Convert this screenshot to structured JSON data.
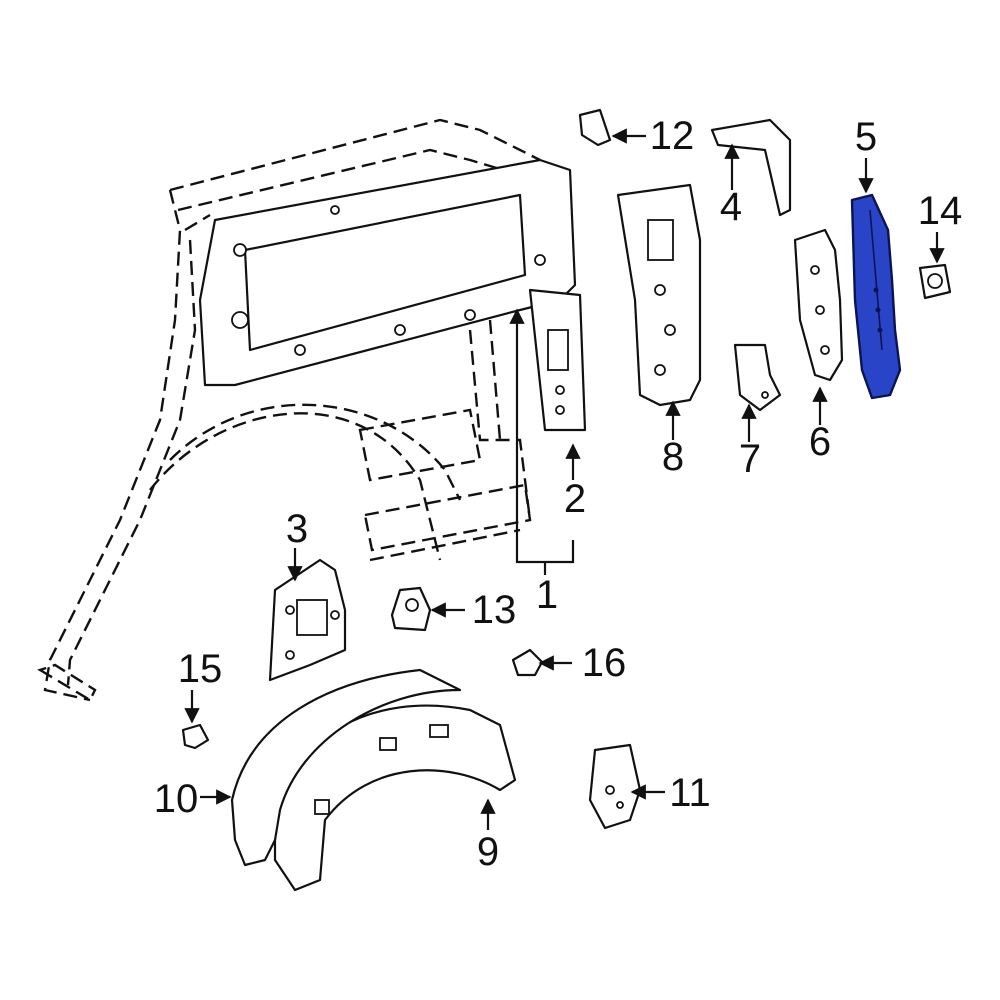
{
  "highlight_color": "#2a44c8",
  "callouts": {
    "c1": "1",
    "c2": "2",
    "c3": "3",
    "c4": "4",
    "c5": "5",
    "c6": "6",
    "c7": "7",
    "c8": "8",
    "c9": "9",
    "c10": "10",
    "c11": "11",
    "c12": "12",
    "c13": "13",
    "c14": "14",
    "c15": "15",
    "c16": "16"
  },
  "highlighted_part": "5"
}
